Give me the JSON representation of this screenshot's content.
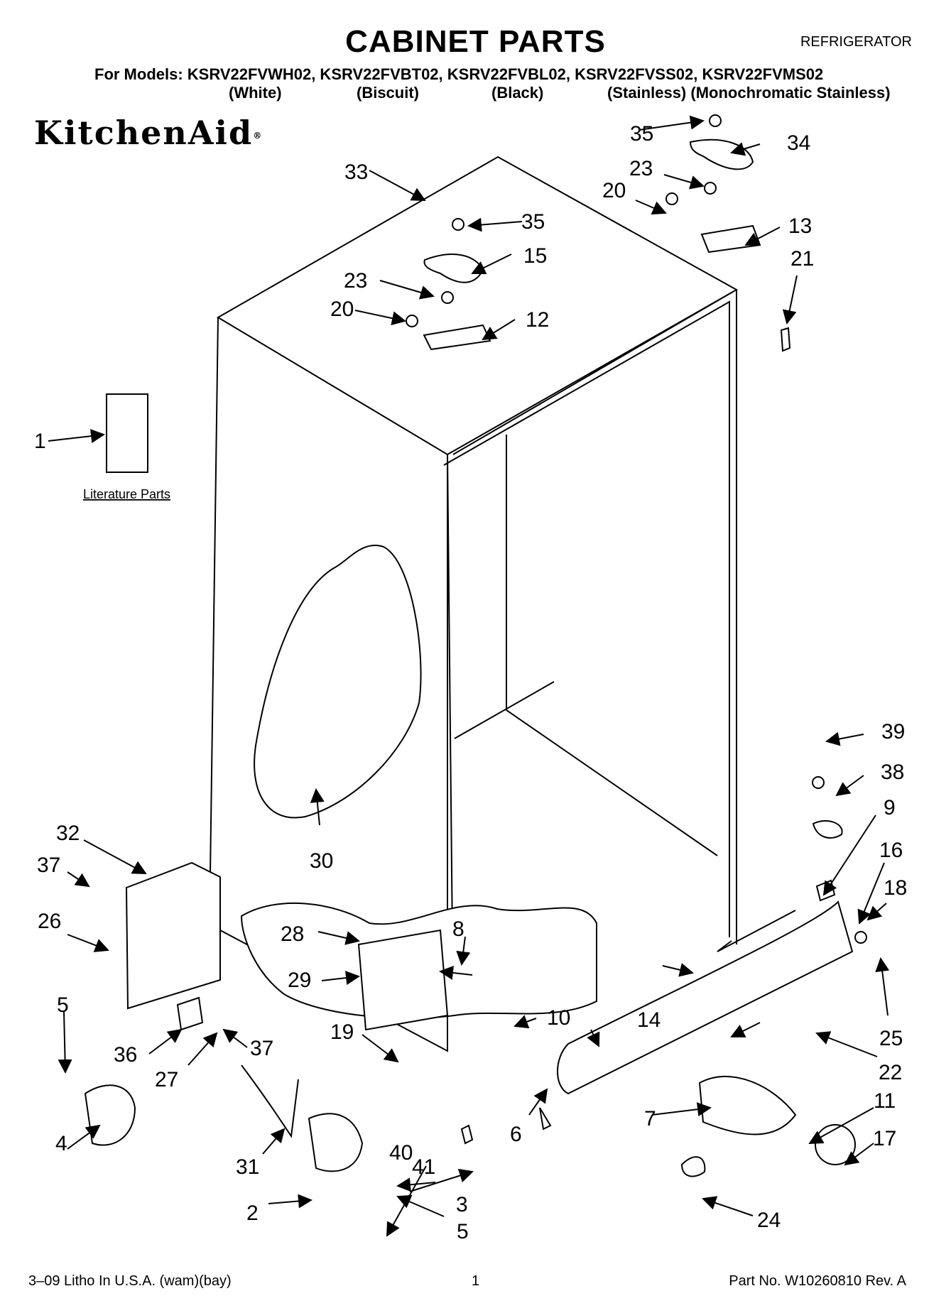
{
  "header": {
    "title": "CABINET PARTS",
    "category": "REFRIGERATOR",
    "models_line": "For Models: KSRV22FVWH02, KSRV22FVBT02, KSRV22FVBL02, KSRV22FVSS02, KSRV22FVMS02",
    "variants": [
      "(White)",
      "(Biscuit)",
      "(Black)",
      "(Stainless) (Monochromatic Stainless)"
    ]
  },
  "brand": "KitchenAid",
  "diagram": {
    "literature_label": "Literature Parts",
    "callouts": [
      "1",
      "2",
      "3",
      "4",
      "5",
      "5",
      "6",
      "7",
      "8",
      "9",
      "10",
      "11",
      "12",
      "13",
      "14",
      "15",
      "16",
      "17",
      "18",
      "19",
      "20",
      "20",
      "21",
      "22",
      "23",
      "23",
      "24",
      "25",
      "26",
      "27",
      "28",
      "29",
      "30",
      "31",
      "32",
      "33",
      "34",
      "35",
      "35",
      "36",
      "37",
      "37",
      "38",
      "39",
      "40",
      "41"
    ]
  },
  "footer": {
    "left": "3–09 Litho In U.S.A. (wam)(bay)",
    "center": "1",
    "right": "Part No. W10260810 Rev. A"
  }
}
